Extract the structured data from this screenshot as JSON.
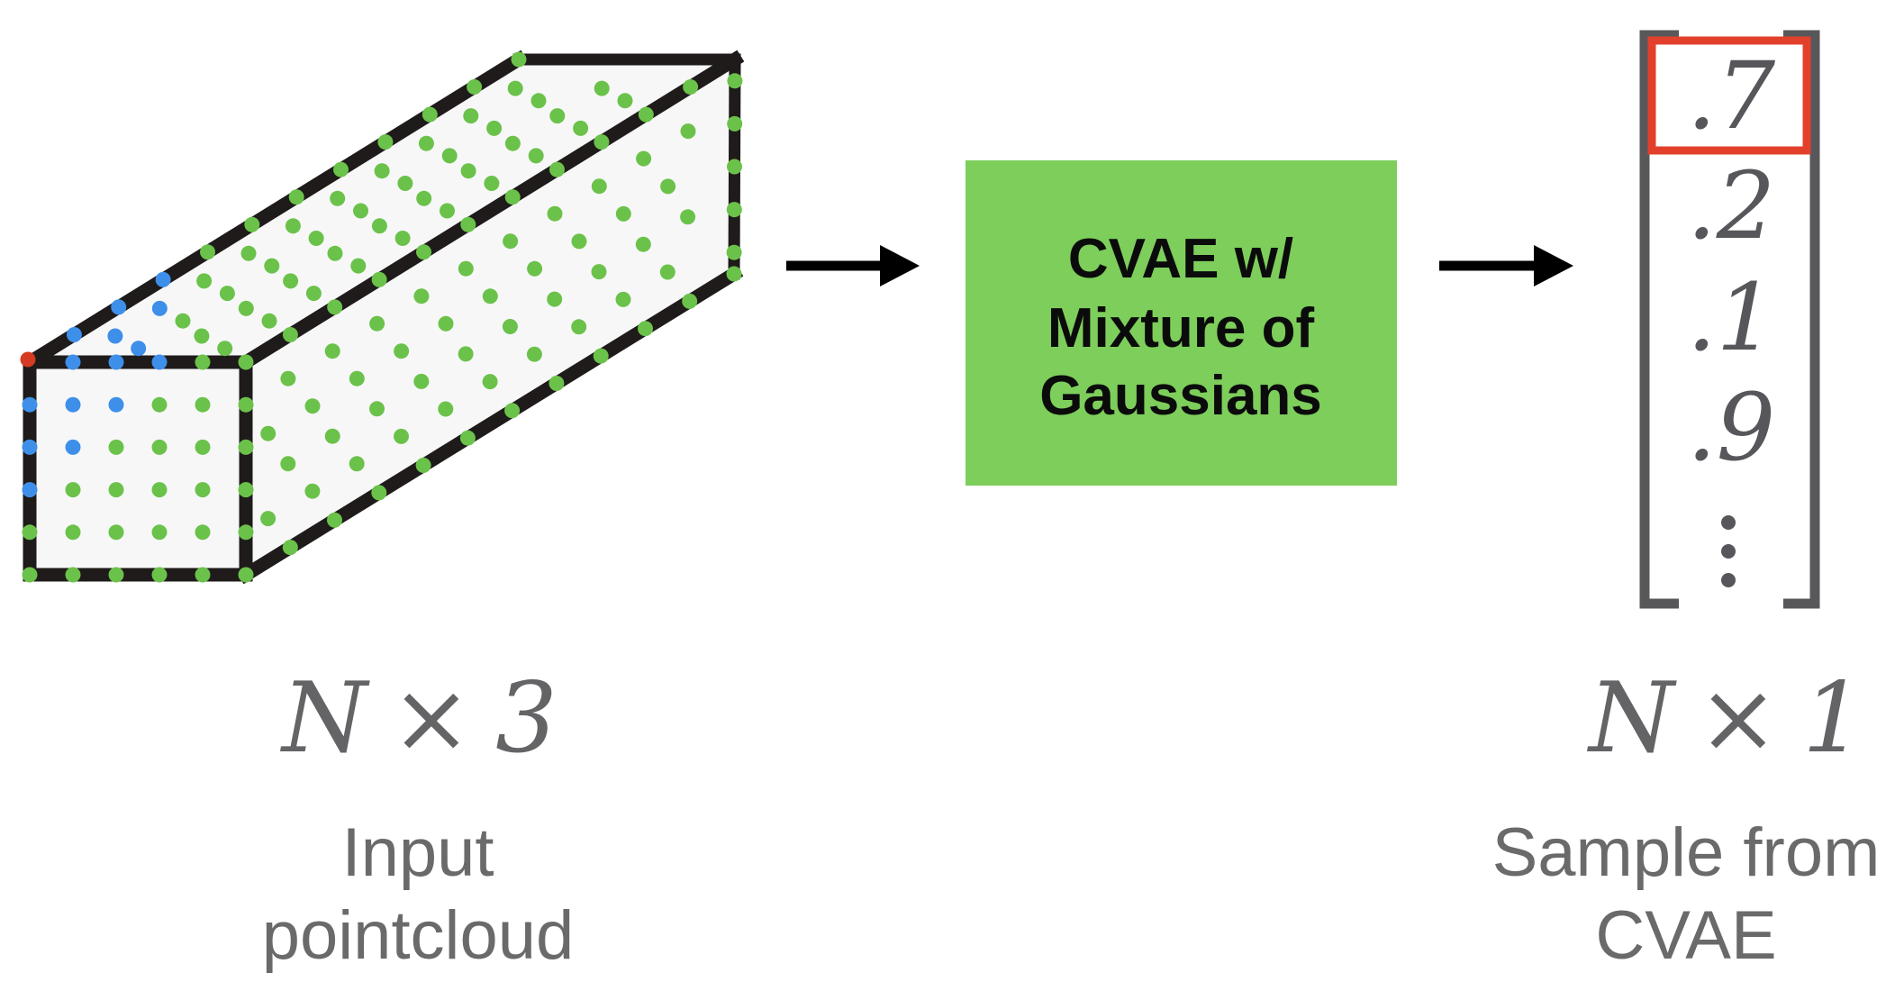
{
  "figure": {
    "description": "Pointcloud to CVAE sampling pipeline diagram"
  },
  "input": {
    "dims": {
      "n": "N",
      "times": "×",
      "k": "3"
    },
    "caption": [
      "Input",
      "pointcloud"
    ]
  },
  "model": {
    "lines": [
      "CVAE w/",
      "Mixture of",
      "Gaussians"
    ]
  },
  "output": {
    "values": [
      ".7",
      ".2",
      ".1",
      ".9"
    ],
    "ellipsis": "⋮",
    "highlighted_index": 0,
    "dims": {
      "n": "N",
      "times": "×",
      "k": "1"
    },
    "caption": [
      "Sample from",
      "CVAE"
    ]
  },
  "colors": {
    "edge_black": "#1e1b1a",
    "face_fill": "#f7f7f8",
    "dot_green": "#6bc24a",
    "dot_blue": "#3e8fe9",
    "dot_red": "#d53a22",
    "arrow_black": "#000000",
    "model_green": "#7dce5b",
    "model_text": "#0b0b0b",
    "bracket_gray": "#58585b",
    "value_gray": "#57575b",
    "highlight_red": "#e3402b",
    "dims_gray": "#646467",
    "label_gray": "#6a6a6a"
  },
  "pointcloud": {
    "front_interior": [
      [
        "b",
        "b",
        "g",
        "g"
      ],
      [
        "b",
        "g",
        "g",
        "g"
      ],
      [
        "g",
        "g",
        "g",
        "g"
      ],
      [
        "g",
        "g",
        "g",
        "g"
      ]
    ],
    "front_top_edge": [
      "b",
      "b",
      "b",
      "g"
    ],
    "front_left_edge": [
      "b",
      "b",
      "b",
      "g"
    ],
    "front_bottom_edge": [
      "g",
      "g",
      "g",
      "g"
    ],
    "front_right_edge": [
      "g",
      "g",
      "g",
      "g"
    ],
    "diag_top_left": [
      "b",
      "b",
      "b",
      "g",
      "g",
      "g",
      "g",
      "g",
      "g",
      "g"
    ],
    "diag_middle": [
      "g",
      "g",
      "g",
      "g",
      "g",
      "g",
      "g",
      "g",
      "g",
      "g"
    ],
    "diag_bottom": [
      "g",
      "g",
      "g",
      "g",
      "g",
      "g",
      "g",
      "g",
      "g",
      "g"
    ],
    "back_edge_dots": 5,
    "blue_radius": 168,
    "corner_point_color": "r"
  }
}
